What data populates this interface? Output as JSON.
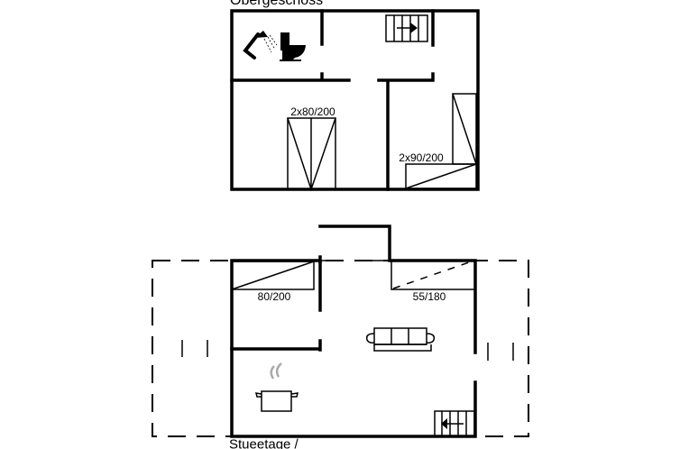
{
  "floors": {
    "upper": {
      "title": "Obergeschoss",
      "beds": [
        {
          "label": "2x80/200"
        },
        {
          "label": "2x90/200"
        }
      ],
      "icons": [
        "shower-icon",
        "toilet-icon",
        "stairs-icon"
      ]
    },
    "ground": {
      "title": "Stueetage /",
      "beds": [
        {
          "label": "80/200"
        },
        {
          "label": "55/180"
        }
      ],
      "icons": [
        "sofa-icon",
        "cooking-pot-icon",
        "stairs-icon"
      ]
    }
  }
}
